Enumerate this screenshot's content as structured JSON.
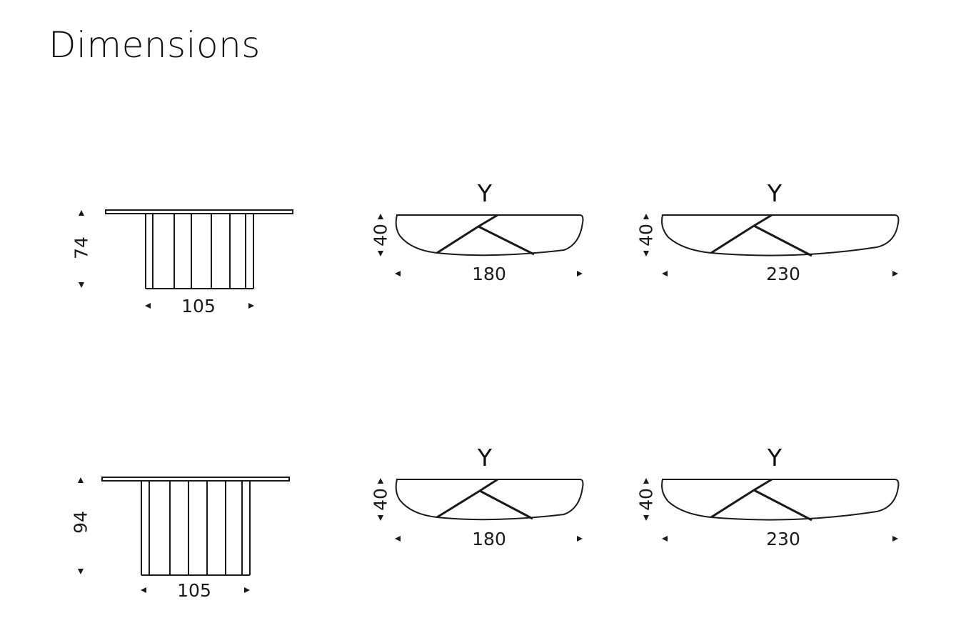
{
  "title": "Dimensions",
  "views": [
    {
      "side": {
        "height": "74",
        "width": "105"
      },
      "tops": [
        {
          "label": "Y",
          "depth": "40",
          "length": "180"
        },
        {
          "label": "Y",
          "depth": "40",
          "length": "230"
        }
      ]
    },
    {
      "side": {
        "height": "94",
        "width": "105"
      },
      "tops": [
        {
          "label": "Y",
          "depth": "40",
          "length": "180"
        },
        {
          "label": "Y",
          "depth": "40",
          "length": "230"
        }
      ]
    }
  ]
}
